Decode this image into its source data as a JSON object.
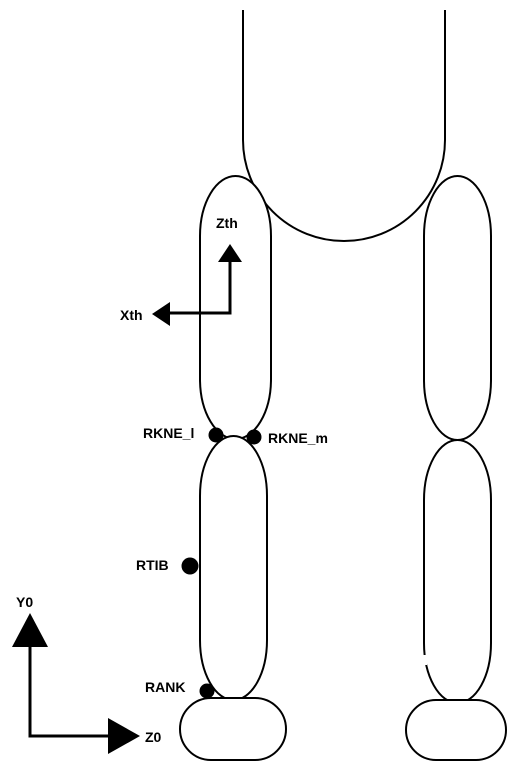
{
  "labels": {
    "zth": "Zth",
    "xth": "Xth",
    "rkne_l": "RKNE_l",
    "rkne_m": "RKNE_m",
    "rtib": "RTIB",
    "rank": "RANK",
    "y0": "Y0",
    "z0": "Z0"
  },
  "colors": {
    "stroke": "#000000",
    "fill": "#ffffff",
    "marker": "#000000"
  }
}
